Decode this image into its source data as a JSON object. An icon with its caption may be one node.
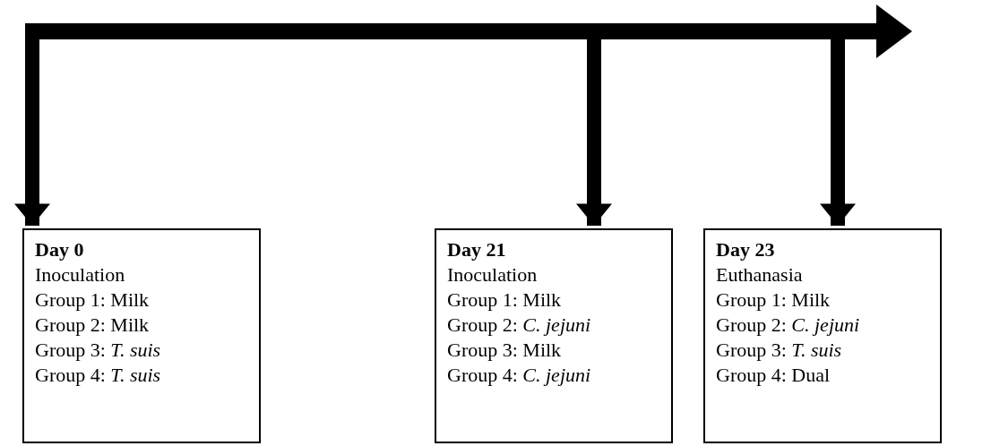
{
  "diagram": {
    "nodes": [
      {
        "text": [
          "Day 0",
          "Inoculation",
          "Group 1: Milk",
          "Group 2: Milk",
          "Group 3: *T. suis*",
          "Group 4: *T. suis*"
        ]
      },
      {
        "text": [
          "Day 21",
          "Inoculation",
          "Group 1: Milk",
          "Group 2: *C. jejuni*",
          "Group 3: Milk",
          "Group 4: *C. jejuni*"
        ]
      },
      {
        "text": [
          "Day 23",
          "Euthanasia",
          "Group 1: Milk",
          "Group 2: *C. jejuni*",
          "Group 3: *T. suis*",
          "Group 4: Dual"
        ]
      }
    ],
    "edges": [
      {
        "from": null,
        "to": 0,
        "arrow": "to"
      },
      {
        "from": null,
        "to": 1,
        "arrow": "to"
      },
      {
        "from": null,
        "to": 2,
        "arrow": "to"
      }
    ]
  }
}
